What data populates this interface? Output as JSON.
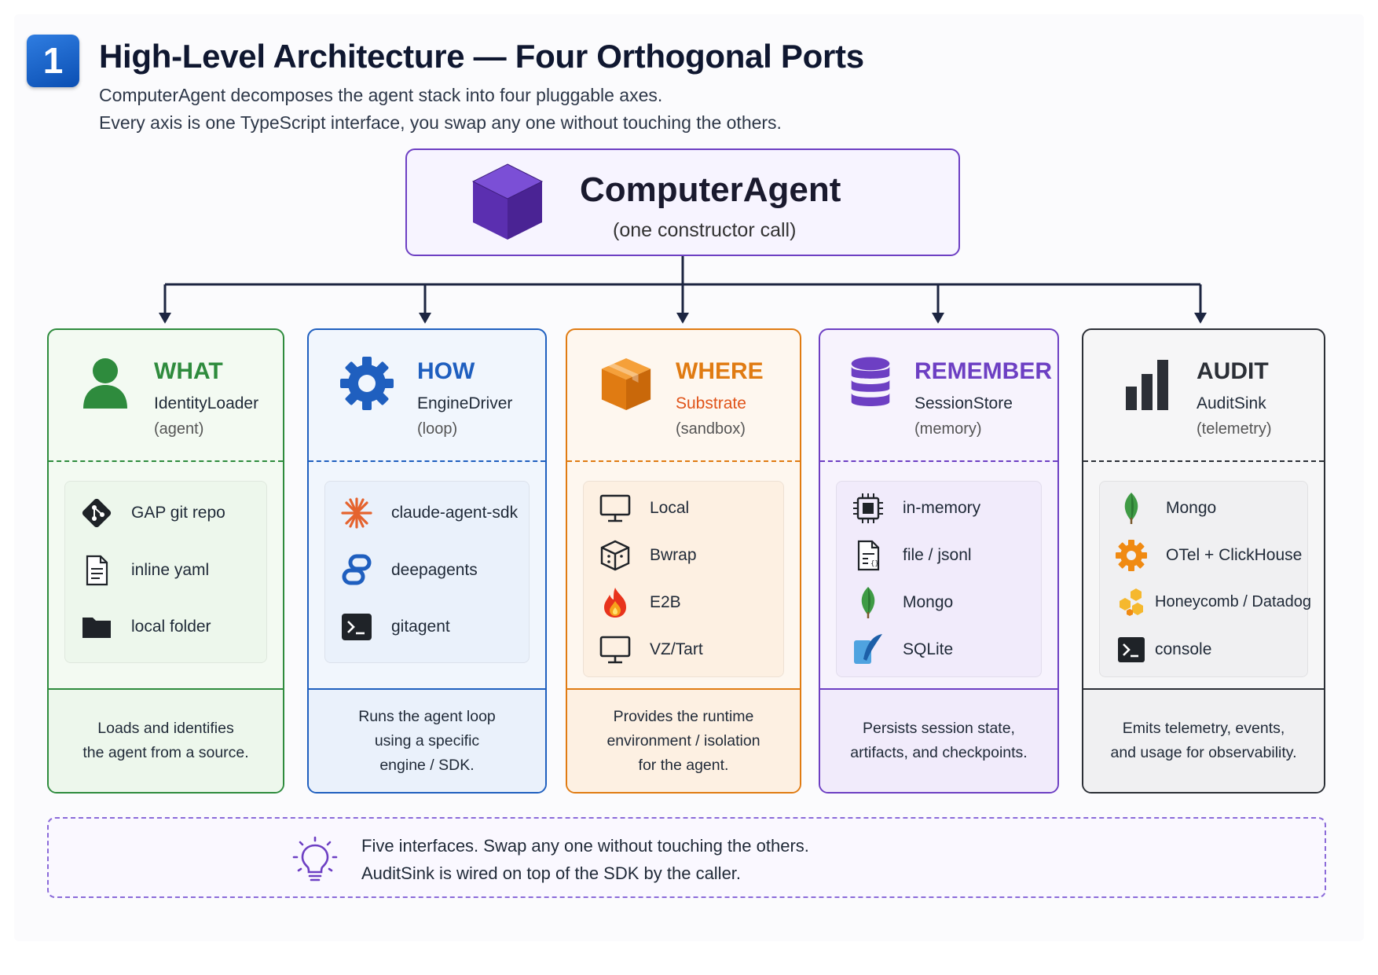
{
  "header": {
    "badge": "1",
    "title": "High-Level Architecture — Four Orthogonal Ports",
    "subtitle_1": "ComputerAgent decomposes the agent stack into four pluggable axes.",
    "subtitle_2": "Every axis is one TypeScript interface, you swap any one without touching the others."
  },
  "root": {
    "name": "ComputerAgent",
    "sub": "(one constructor call)",
    "icon": "cube-icon",
    "color": "#6d3fc3"
  },
  "columns": [
    {
      "axis": "WHAT",
      "interface": "IdentityLoader",
      "paren": "(agent)",
      "icon": "person-icon",
      "accent": "#2e8b3d",
      "bg": "#f3faf2",
      "list_bg": "#edf7ec",
      "items": [
        {
          "label": "GAP git repo",
          "icon": "git-icon"
        },
        {
          "label": "inline yaml",
          "icon": "document-icon"
        },
        {
          "label": "local folder",
          "icon": "folder-icon"
        }
      ],
      "footer": "Loads and identifies\nthe agent from a source."
    },
    {
      "axis": "HOW",
      "interface": "EngineDriver",
      "paren": "(loop)",
      "icon": "gear-icon",
      "accent": "#1f5fbf",
      "bg": "#f1f6fd",
      "list_bg": "#eaf1fb",
      "items": [
        {
          "label": "claude-agent-sdk",
          "icon": "asterisk-icon"
        },
        {
          "label": "deepagents",
          "icon": "link-icon"
        },
        {
          "label": "gitagent",
          "icon": "terminal-icon"
        }
      ],
      "footer": "Runs the agent loop\nusing a specific\nengine / SDK."
    },
    {
      "axis": "WHERE",
      "interface": "Substrate",
      "paren": "(sandbox)",
      "icon": "box-icon",
      "accent": "#e07b12",
      "bg": "#fef7ef",
      "list_bg": "#fdf0e2",
      "items": [
        {
          "label": "Local",
          "icon": "monitor-icon"
        },
        {
          "label": "Bwrap",
          "icon": "package-icon"
        },
        {
          "label": "E2B",
          "icon": "flame-icon"
        },
        {
          "label": "VZ/Tart",
          "icon": "monitor-icon"
        }
      ],
      "footer": "Provides the runtime\nenvironment / isolation\nfor the agent."
    },
    {
      "axis": "REMEMBER",
      "interface": "SessionStore",
      "paren": "(memory)",
      "icon": "database-icon",
      "accent": "#6d3fc3",
      "bg": "#f7f3fd",
      "list_bg": "#f1ebfb",
      "items": [
        {
          "label": "in-memory",
          "icon": "chip-icon"
        },
        {
          "label": "file / jsonl",
          "icon": "file-icon"
        },
        {
          "label": "Mongo",
          "icon": "leaf-icon"
        },
        {
          "label": "SQLite",
          "icon": "feather-icon"
        }
      ],
      "footer": "Persists session state,\nartifacts, and checkpoints."
    },
    {
      "axis": "AUDIT",
      "interface": "AuditSink",
      "paren": "(telemetry)",
      "icon": "bar-chart-icon",
      "accent": "#2b2f36",
      "bg": "#f6f6f7",
      "list_bg": "#f0f0f2",
      "items": [
        {
          "label": "Mongo",
          "icon": "leaf-icon"
        },
        {
          "label": "OTel + ClickHouse",
          "icon": "cog-icon"
        },
        {
          "label": "Honeycomb / Datadog",
          "icon": "hexagons-icon"
        },
        {
          "label": "console",
          "icon": "terminal-icon"
        }
      ],
      "footer": "Emits telemetry, events,\nand usage for observability."
    }
  ],
  "note": {
    "line_1": "Five interfaces. Swap any one without touching the others.",
    "line_2": "AuditSink is wired on top of the SDK by the caller.",
    "icon": "lightbulb-icon"
  }
}
